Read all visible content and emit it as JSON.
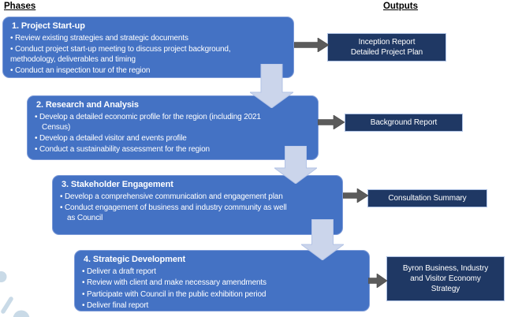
{
  "header": {
    "phases_label": "Phases",
    "outputs_label": "Outputs"
  },
  "phases": [
    {
      "title": "1. Project Start-up",
      "bullets": [
        "Review existing strategies and strategic documents",
        "Conduct project start-up meeting to discuss project background, methodology, deliverables and timing",
        "Conduct an inspection tour of the region"
      ]
    },
    {
      "title": "2. Research and Analysis",
      "bullets": [
        "Develop a detailed economic profile for the region (including 2021 Census)",
        "Develop a detailed visitor and events profile",
        "Conduct a sustainability assessment for the region"
      ]
    },
    {
      "title": "3. Stakeholder Engagement",
      "bullets": [
        "Develop a comprehensive communication and engagement plan",
        "Conduct engagement of business and industry community as well as Council"
      ]
    },
    {
      "title": "4. Strategic Development",
      "bullets": [
        "Deliver a draft report",
        "Review with client and make necessary amendments",
        "Participate with Council in the public exhibition period",
        "Deliver final report"
      ]
    }
  ],
  "outputs": [
    {
      "lines": [
        "Inception Report",
        "Detailed Project Plan"
      ]
    },
    {
      "lines": [
        "Background Report"
      ]
    },
    {
      "lines": [
        "Consultation Summary"
      ]
    },
    {
      "lines": [
        "Byron Business, Industry",
        "and Visitor Economy",
        "Strategy"
      ]
    }
  ],
  "colors": {
    "phase_fill": "#4472C4",
    "phase_border": "#7D9BD8",
    "output_fill": "#1F3864",
    "output_border": "#ADC1E4",
    "arrow_gray": "#5B5B5B",
    "arrow_gray_dark": "#474747",
    "connector_fill": "#CBD5EB",
    "connector_border": "#B3C3E6",
    "decor_blue": "#C9DAE7",
    "heading_black": "#000000"
  }
}
